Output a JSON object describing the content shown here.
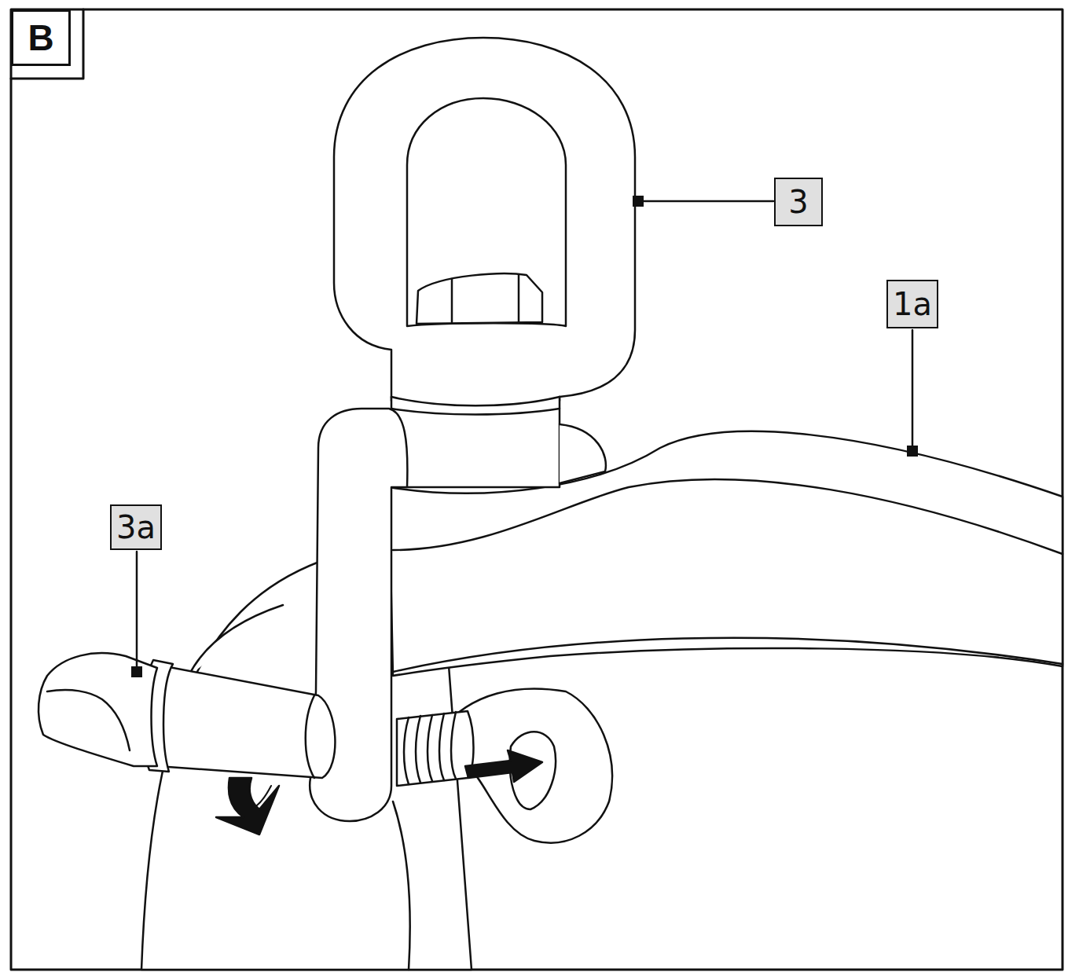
{
  "diagram": {
    "labels": [
      "B",
      "3",
      "1a",
      "3a"
    ]
  }
}
